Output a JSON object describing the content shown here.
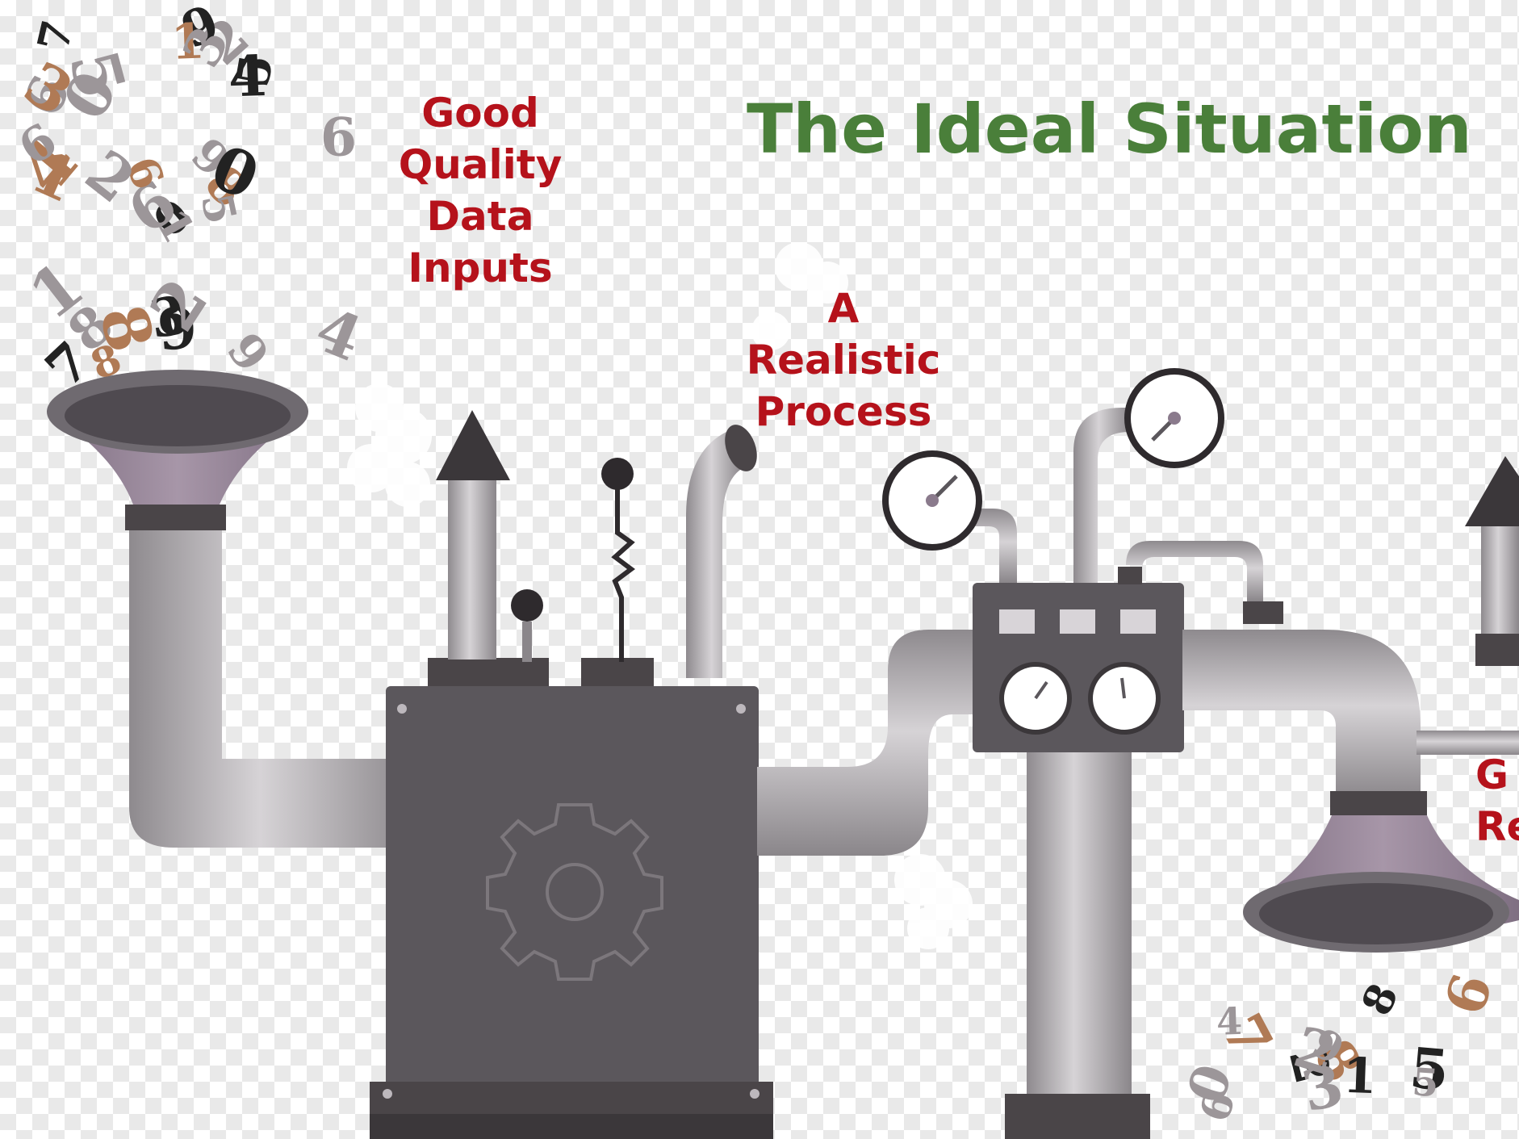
{
  "title": "The Ideal Situation",
  "labels": {
    "inputs": "Good\nQuality\nData\nInputs",
    "process": "A\nRealistic\nProcess",
    "output_partial": "G\nRe"
  },
  "colors": {
    "title": "#4a7f3a",
    "label": "#b5121b",
    "machine": "#5b575c",
    "pipe": "#a9a6a9",
    "funnel": "#8a7a8c",
    "digit_dark": "#222222",
    "digit_light": "#9c9699",
    "digit_copper": "#b07a55"
  },
  "digits_in": [
    "0",
    "1",
    "8",
    "2",
    "4",
    "5",
    "4",
    "6",
    "7",
    "9",
    "6",
    "8",
    "0",
    "6",
    "1",
    "6",
    "3",
    "0",
    "8",
    "4",
    "9",
    "2",
    "8",
    "5",
    "9",
    "1",
    "3",
    "9",
    "7",
    "2",
    "1",
    "6",
    "5",
    "3"
  ],
  "digits_out": [
    "5",
    "6",
    "8",
    "0",
    "2",
    "4",
    "7",
    "3",
    "1",
    "9",
    "6",
    "2",
    "8",
    "5"
  ],
  "icons": [
    "funnel-icon",
    "pipe-icon",
    "gear-icon",
    "gauge-icon",
    "arrow-up-icon",
    "lever-icon",
    "smoke-cloud-icon"
  ]
}
